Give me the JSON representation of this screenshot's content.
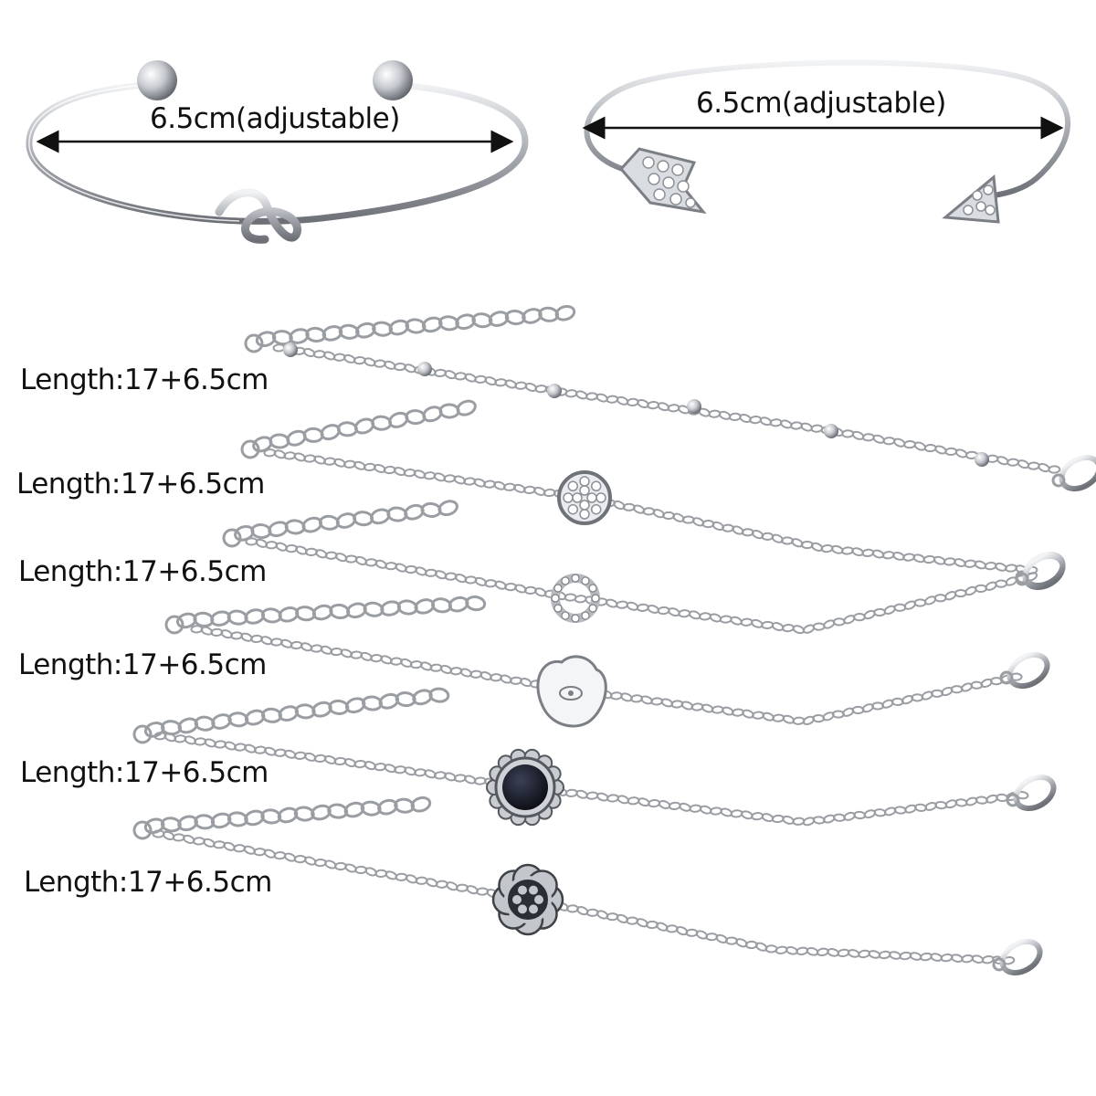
{
  "bangles": [
    {
      "name": "knot-cuff",
      "label": "6.5cm(adjustable)"
    },
    {
      "name": "arrow-cuff",
      "label": "6.5cm(adjustable)"
    }
  ],
  "chains": [
    {
      "pendant": "beads",
      "label": "Length:17+6.5cm"
    },
    {
      "pendant": "crystal-disc",
      "label": "Length:17+6.5cm"
    },
    {
      "pendant": "crystal-ring",
      "label": "Length:17+6.5cm"
    },
    {
      "pendant": "hamsa-hand",
      "label": "Length:17+6.5cm"
    },
    {
      "pendant": "black-stone-flower",
      "label": "Length:17+6.5cm"
    },
    {
      "pendant": "filigree-flower",
      "label": "Length:17+6.5cm"
    }
  ],
  "colors": {
    "silver": "#9a9ea3",
    "silver_light": "#e6e8eb",
    "silver_dark": "#6d7177",
    "stone": "#12141c",
    "text": "#111111"
  }
}
